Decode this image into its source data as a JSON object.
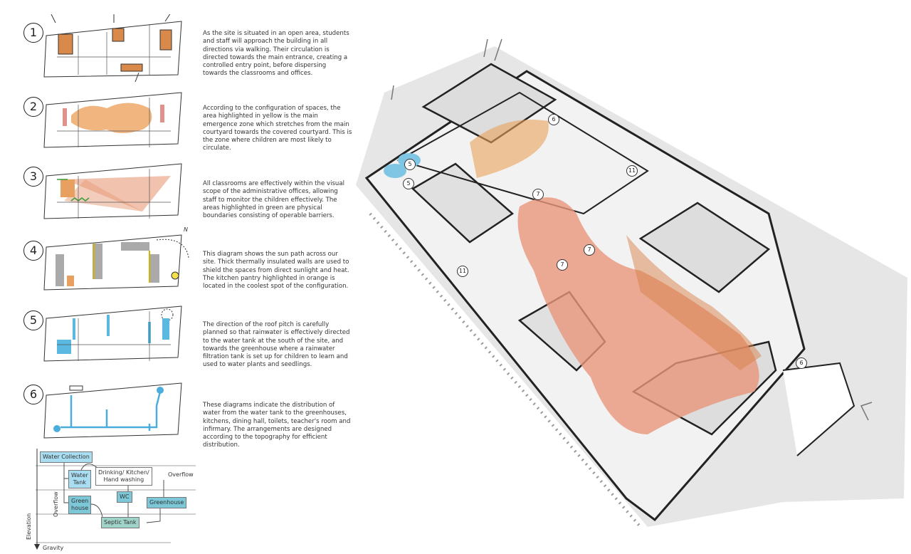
{
  "steps": [
    {
      "number": "1",
      "text": "As the site is situated in an open area, students and staff will approach the building in all directions via walking. Their circulation is directed towards the main entrance, creating a controlled entry point, before dispersing towards the classrooms and offices."
    },
    {
      "number": "2",
      "text": "According to the configuration of spaces, the area highlighted in yellow is the main emergence zone which stretches from the main courtyard towards the covered courtyard. This is the zone where children are most likely to circulate."
    },
    {
      "number": "3",
      "text": "All classrooms are effectively within the visual scope of the administrative offices, allowing staff to monitor the children effectively. The areas highlighted in green are physical boundaries consisting of operable barriers."
    },
    {
      "number": "4",
      "text": "This diagram shows the sun path across our site. Thick thermally insulated walls are used to shield the spaces from direct sunlight and heat. The kitchen pantry highlighted in orange is located in the coolest spot of the configuration."
    },
    {
      "number": "5",
      "text": "The direction of the roof pitch is carefully planned so that rainwater is effectively directed to the water tank at the south of the site, and towards the greenhouse where a rainwater filtration tank is set up for children to learn and used to water plants and seedlings."
    },
    {
      "number": "6",
      "text": "These diagrams indicate the distribution of water from the water tank to the greenhouses, kitchens, dining hall, toilets, teacher's room and infirmary. The arrangements are designed according to the topography for efficient distribution."
    }
  ],
  "north_label": "N",
  "flow": {
    "water_collection": "Water Collection",
    "water_tank": [
      "Water",
      "Tank"
    ],
    "drinking": [
      "Drinking/  Kitchen/",
      "Hand washing"
    ],
    "overflow_right": "Overflow",
    "overflow_left": "Overflow",
    "wc": "WC",
    "greenhouse_left": [
      "Green",
      "house"
    ],
    "greenhouse_right": "Greenhouse",
    "septic": "Septic Tank",
    "elevation": "Elevation",
    "gravity": "Gravity"
  },
  "plan_labels": [
    "6",
    "5",
    "5",
    "11",
    "7",
    "7",
    "7",
    "11",
    "6"
  ],
  "colors": {
    "orange": "#e8967a",
    "yellow_orange": "#e9a25a",
    "blue": "#7fc6e4",
    "green": "#6ab04c"
  }
}
